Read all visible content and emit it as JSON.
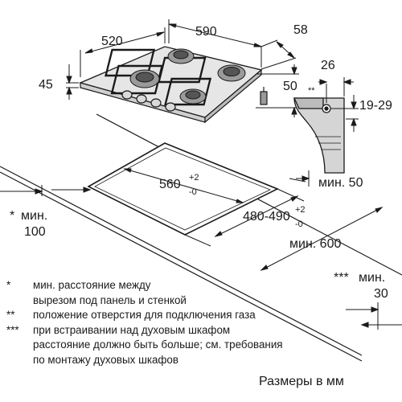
{
  "dimensions": {
    "hob_width": "520",
    "hob_depth": "590",
    "rear_offset": "58",
    "hob_height": "45",
    "under_depth": "50",
    "gas_inlet_offset": "26",
    "gas_inlet_mark": "**",
    "gas_inlet_height": "19-29",
    "cutout_width": "560",
    "cutout_width_tol_upper": "+2",
    "cutout_width_tol_lower": "-0",
    "cutout_depth": "480-490",
    "cutout_depth_tol_upper": "+2",
    "cutout_depth_tol_lower": "-0",
    "min_clearance_50": "мин. 50",
    "min_worktop": "мин. 600",
    "side_mark": "*",
    "side_label": "мин.",
    "side_value": "100",
    "rear_mark": "***",
    "rear_label": "мин.",
    "rear_value": "30"
  },
  "notes": [
    {
      "mark": "*",
      "lines": [
        "мин. расстояние между",
        "вырезом под панель и стенкой"
      ]
    },
    {
      "mark": "**",
      "lines": [
        "положение отверстия для подключения газа"
      ]
    },
    {
      "mark": "***",
      "lines": [
        "при встраивании над духовым шкафом",
        "расстояние должно быть больше; см. требования",
        "по монтажу духовых шкафов"
      ]
    }
  ],
  "units_label": "Размеры в мм"
}
